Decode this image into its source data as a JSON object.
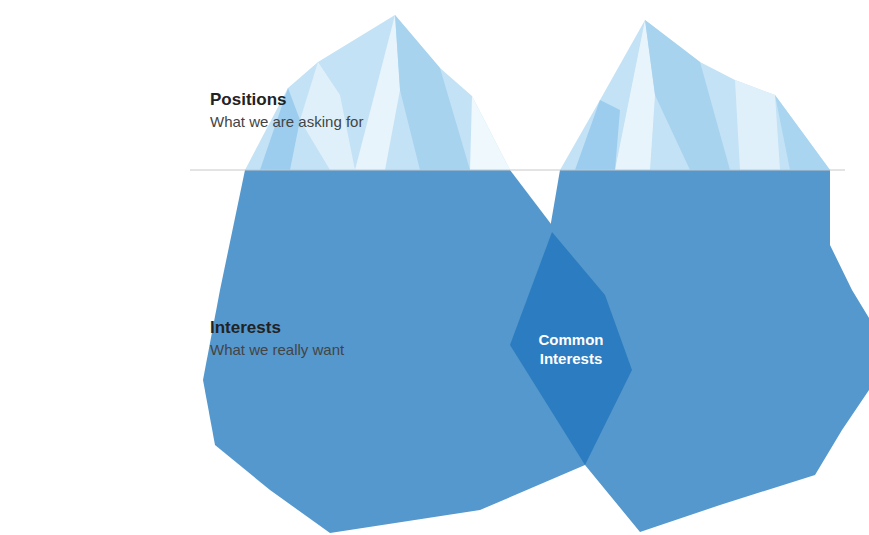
{
  "diagram": {
    "nodes": [
      {
        "text": [
          "Common Interests"
        ]
      }
    ],
    "labels": [
      "Positions",
      "What we are asking for",
      "Interests",
      "What we really want"
    ]
  }
}
